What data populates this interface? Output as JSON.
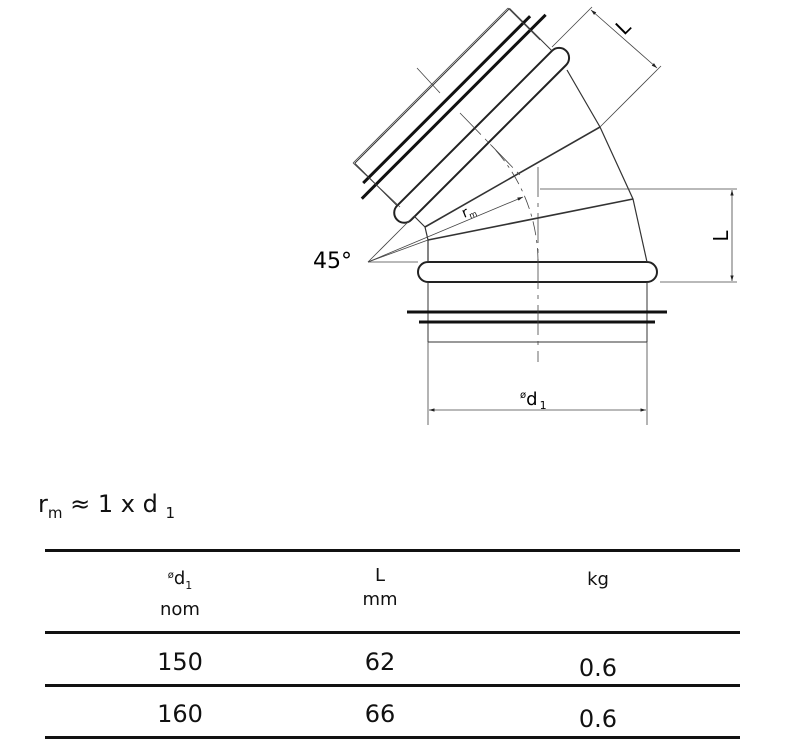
{
  "drawing": {
    "angle_label": "45°",
    "length_label": "L",
    "radius_label": "r",
    "radius_sub": "m",
    "diameter_symbol": "ø",
    "diameter_label": "d",
    "diameter_sub": "1"
  },
  "formula": {
    "r": "r",
    "r_sub": "m",
    "rest": " ≈ 1 x d ",
    "d_sub": "1"
  },
  "table": {
    "headers": [
      {
        "symbol": "ø",
        "main": "d",
        "sub": "1",
        "line2": "nom"
      },
      {
        "main": "L",
        "line2": "mm"
      },
      {
        "main": "kg",
        "line2": ""
      }
    ],
    "rows": [
      {
        "d1": "150",
        "L": "62",
        "kg": "0.6"
      },
      {
        "d1": "160",
        "L": "66",
        "kg": "0.6"
      }
    ]
  }
}
